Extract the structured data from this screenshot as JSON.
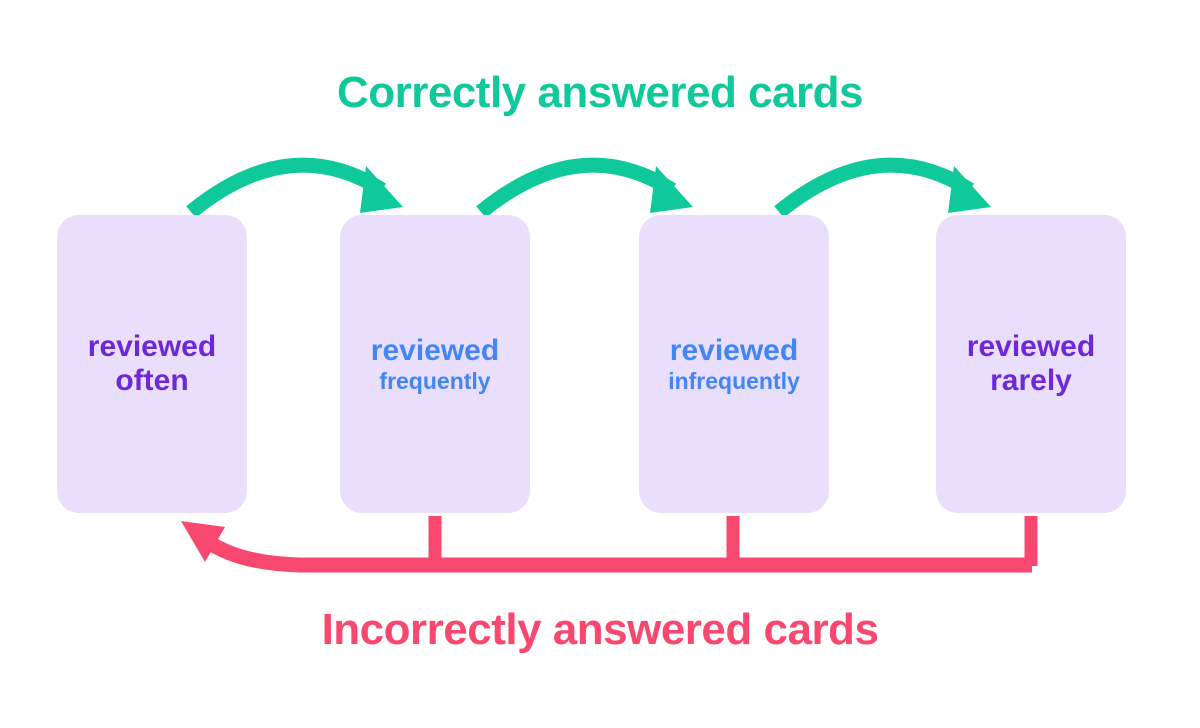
{
  "diagram": {
    "title_top": "Correctly answered cards",
    "title_bottom": "Incorrectly answered cards",
    "colors": {
      "green": "#10c99a",
      "red": "#f9486f",
      "card_bg": "#e9dffc",
      "purple_text": "#6d28d9",
      "blue_text": "#4285f4",
      "page_bg": "#ffffff"
    },
    "cards": [
      {
        "id": "reviewed-often",
        "line1": "reviewed",
        "line2": "often",
        "line1_color": "purple",
        "line2_color": "purple",
        "line1_size": "size-lg",
        "line2_size": "size-lg"
      },
      {
        "id": "reviewed-frequently",
        "line1": "reviewed",
        "line2": "frequently",
        "line1_color": "blue",
        "line2_color": "blue",
        "line1_size": "size-lg",
        "line2_size": "size-md"
      },
      {
        "id": "reviewed-infrequently",
        "line1": "reviewed",
        "line2": "infrequently",
        "line1_color": "blue",
        "line2_color": "blue",
        "line1_size": "size-lg",
        "line2_size": "size-md"
      },
      {
        "id": "reviewed-rarely",
        "line1": "reviewed",
        "line2": "rarely",
        "line1_color": "purple",
        "line2_color": "purple",
        "line1_size": "size-lg",
        "line2_size": "size-lg"
      }
    ],
    "flow": {
      "forward_arrow_count": 3,
      "forward_arrow_label": "Correctly answered cards",
      "return_arrow_label": "Incorrectly answered cards"
    }
  }
}
